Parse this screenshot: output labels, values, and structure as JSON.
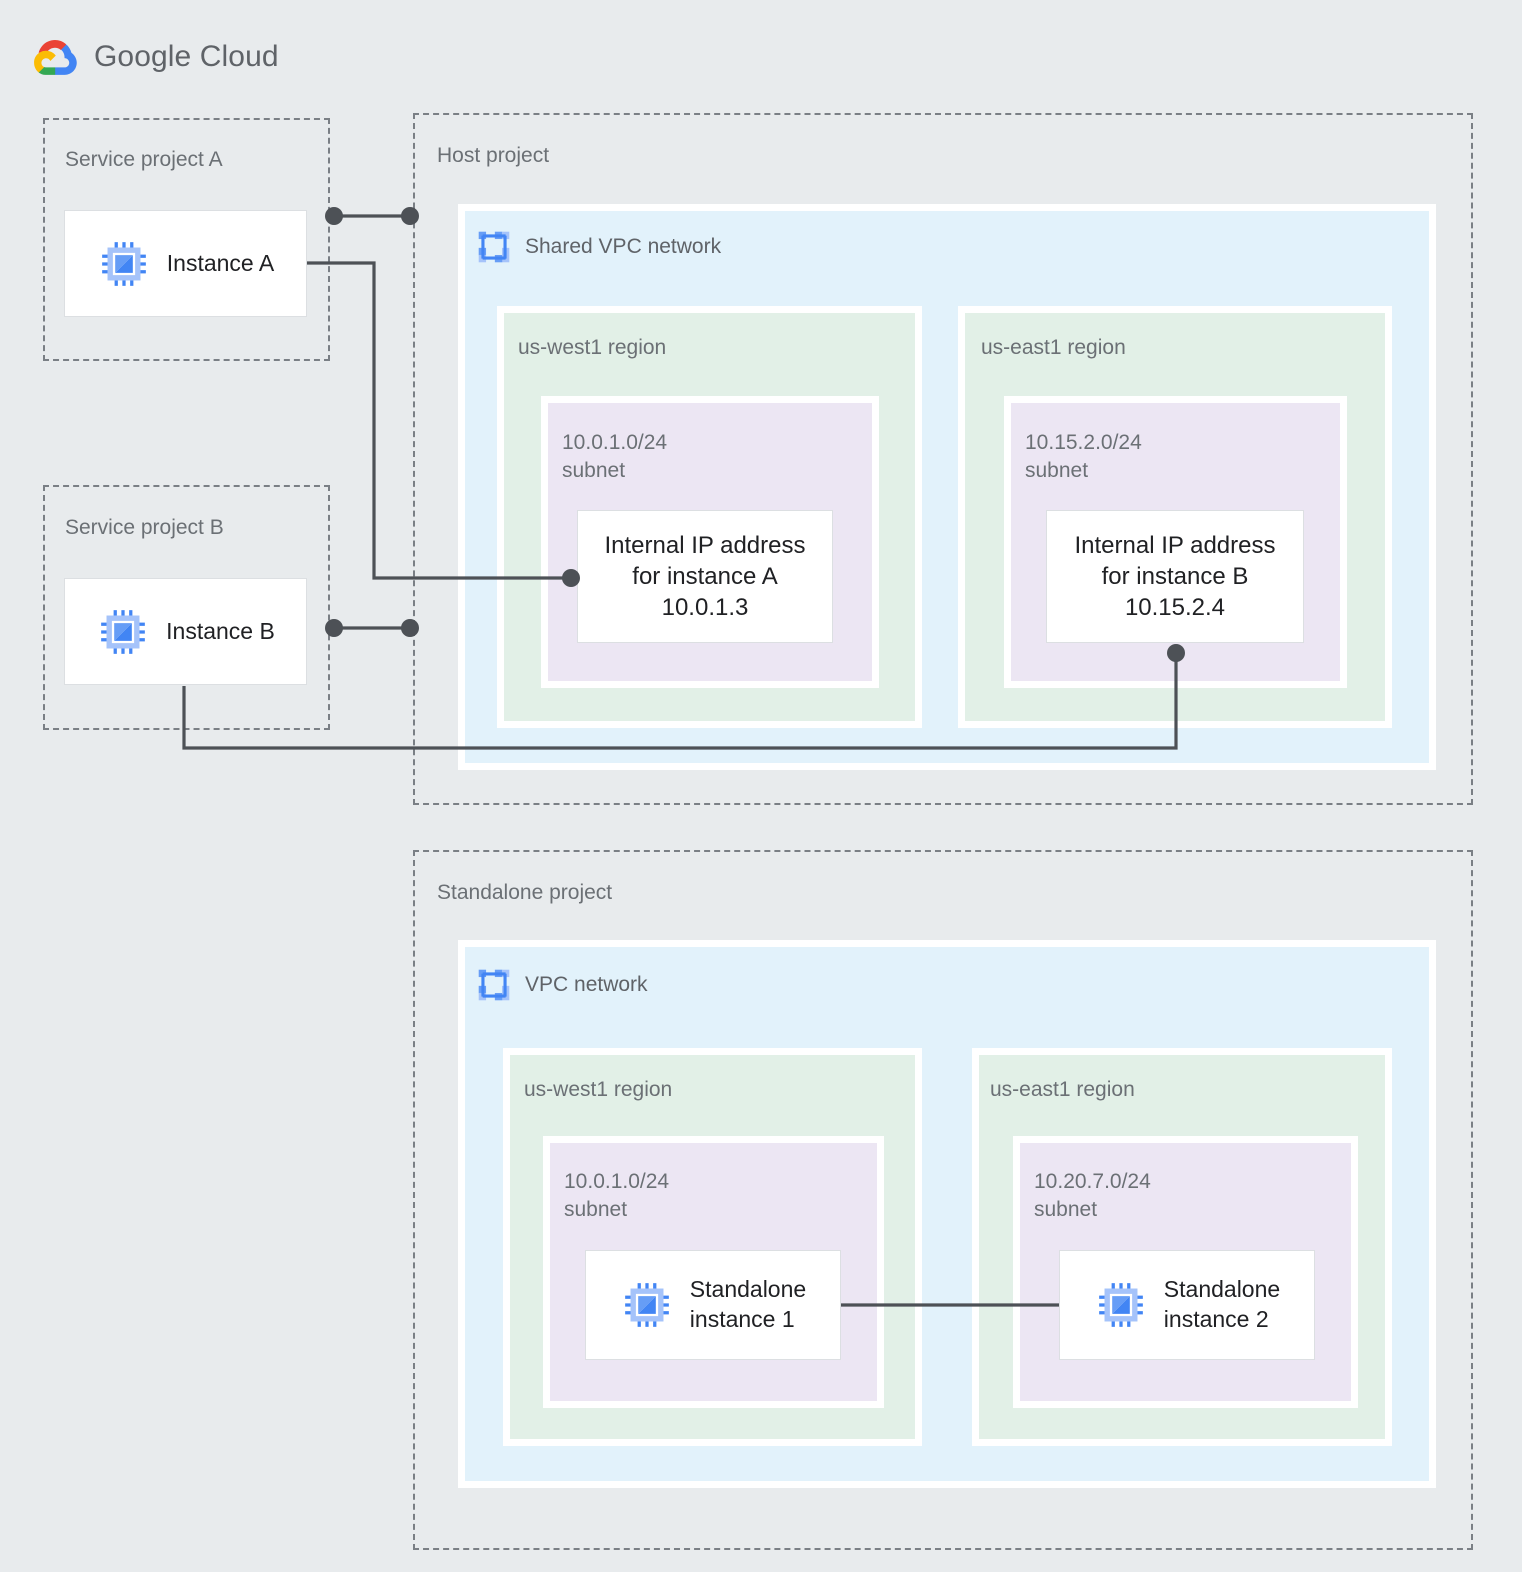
{
  "brand": {
    "name_bold": "Google",
    "name_light": " Cloud",
    "logo_icon": "google-cloud-logo"
  },
  "projects": [
    {
      "id": "service-a",
      "label": "Service project A"
    },
    {
      "id": "service-b",
      "label": "Service project B"
    },
    {
      "id": "host",
      "label": "Host project"
    },
    {
      "id": "standalone",
      "label": "Standalone project"
    }
  ],
  "networks": [
    {
      "id": "shared-vpc",
      "label": "Shared VPC network",
      "icon": "vpc-network-icon"
    },
    {
      "id": "vpc",
      "label": "VPC network",
      "icon": "vpc-network-icon"
    }
  ],
  "regions": [
    {
      "id": "host-west",
      "label": "us-west1 region"
    },
    {
      "id": "host-east",
      "label": "us-east1 region"
    },
    {
      "id": "sa-west",
      "label": "us-west1 region"
    },
    {
      "id": "sa-east",
      "label": "us-east1 region"
    }
  ],
  "subnets": [
    {
      "id": "host-west-subnet",
      "cidr": "10.0.1.0/24",
      "kind": "subnet",
      "label": "10.0.1.0/24\nsubnet"
    },
    {
      "id": "host-east-subnet",
      "cidr": "10.15.2.0/24",
      "kind": "subnet",
      "label": "10.15.2.0/24\nsubnet"
    },
    {
      "id": "sa-west-subnet",
      "cidr": "10.0.1.0/24",
      "kind": "subnet",
      "label": "10.0.1.0/24\nsubnet"
    },
    {
      "id": "sa-east-subnet",
      "cidr": "10.20.7.0/24",
      "kind": "subnet",
      "label": "10.20.7.0/24\nsubnet"
    }
  ],
  "instances": [
    {
      "id": "instance-a",
      "label": "Instance A",
      "icon": "compute-instance-icon"
    },
    {
      "id": "instance-b",
      "label": "Instance B",
      "icon": "compute-instance-icon"
    },
    {
      "id": "standalone-1",
      "label": "Standalone\ninstance 1",
      "icon": "compute-instance-icon"
    },
    {
      "id": "standalone-2",
      "label": "Standalone\ninstance 2",
      "icon": "compute-instance-icon"
    }
  ],
  "ip_cards": [
    {
      "id": "ip-a",
      "label": "Internal IP address\nfor instance A\n10.0.1.3",
      "address": "10.0.1.3"
    },
    {
      "id": "ip-b",
      "label": "Internal IP address\nfor instance B\n10.15.2.4",
      "address": "10.15.2.4"
    }
  ],
  "colors": {
    "page_background": "#e8ebed",
    "vpc_fill": "#e2f2fb",
    "region_fill": "#e2f0e7",
    "subnet_fill": "#ece6f3",
    "card_fill": "#ffffff",
    "dashed_border": "#7a7f85",
    "connector": "#4d5156",
    "icon_blue": "#4285f4",
    "icon_blue_light": "#a5c3fa",
    "text_primary": "#202124",
    "text_secondary": "#6b7075",
    "google_red": "#ea4335",
    "google_blue": "#4285f4",
    "google_yellow": "#fbbc04",
    "google_green": "#34a853"
  }
}
